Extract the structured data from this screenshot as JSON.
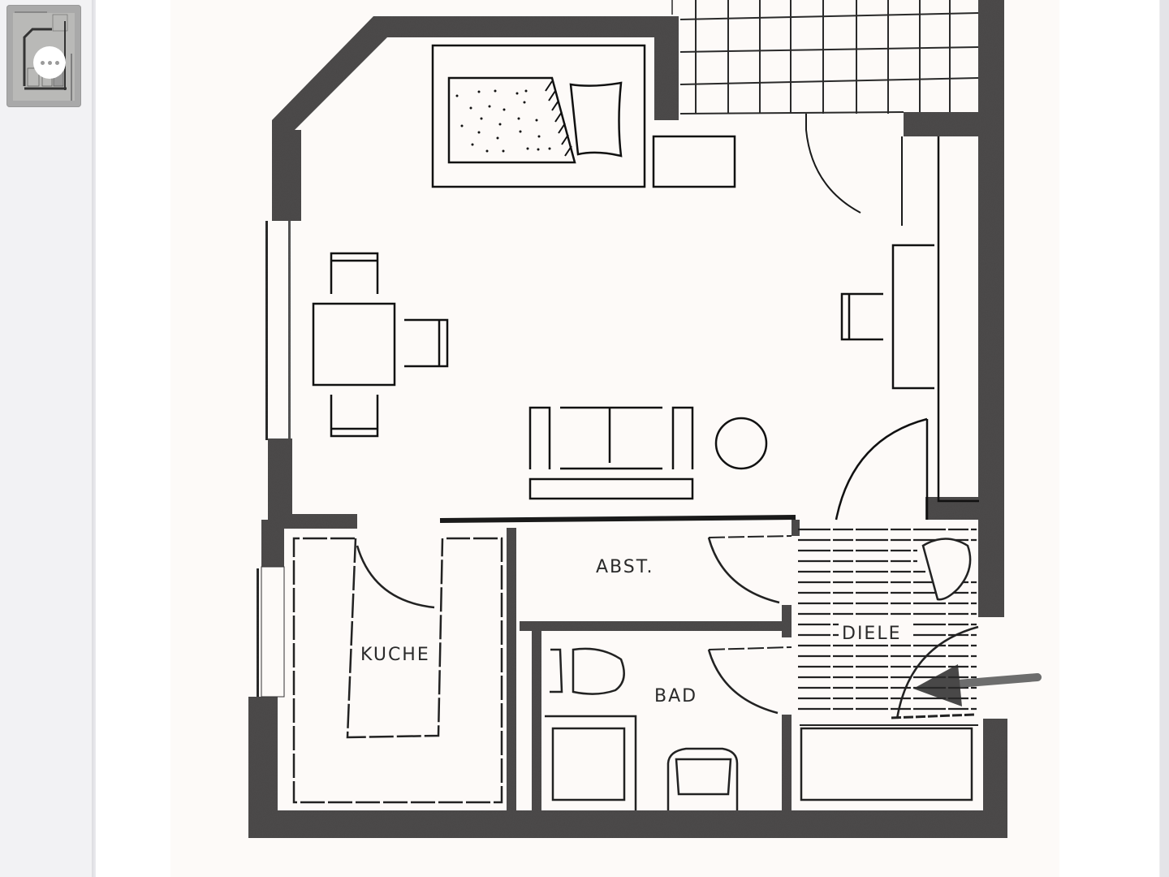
{
  "viewer": {
    "sidebar": {
      "thumbnails": [
        {
          "page": 1,
          "selected": true,
          "more_button_icon": "more-horizontal-icon"
        }
      ]
    },
    "document": {
      "type": "floor-plan-scan",
      "rooms": [
        {
          "id": "living",
          "label": ""
        },
        {
          "id": "kitchen",
          "label": "KUCHE"
        },
        {
          "id": "storage",
          "label": "ABST."
        },
        {
          "id": "bathroom",
          "label": "BAD"
        },
        {
          "id": "hallway",
          "label": "DIELE"
        },
        {
          "id": "balcony",
          "label": ""
        }
      ],
      "furniture": [
        "bed",
        "pillow",
        "nightstand",
        "dining-table",
        "dining-chair",
        "desk",
        "desk-chair",
        "wardrobe",
        "sofa",
        "coffee-table-round",
        "toilet",
        "shower",
        "sink",
        "kitchen-counter",
        "coat-rack",
        "shoe-cabinet"
      ],
      "entrance_marker": "entrance-arrow"
    },
    "colors": {
      "paper": "#fdfaf8",
      "wall": "#4a4a4a",
      "line": "#1a1a1a",
      "sidebar": "#f2f2f4",
      "thumbnail": "#a9a9a9"
    }
  }
}
